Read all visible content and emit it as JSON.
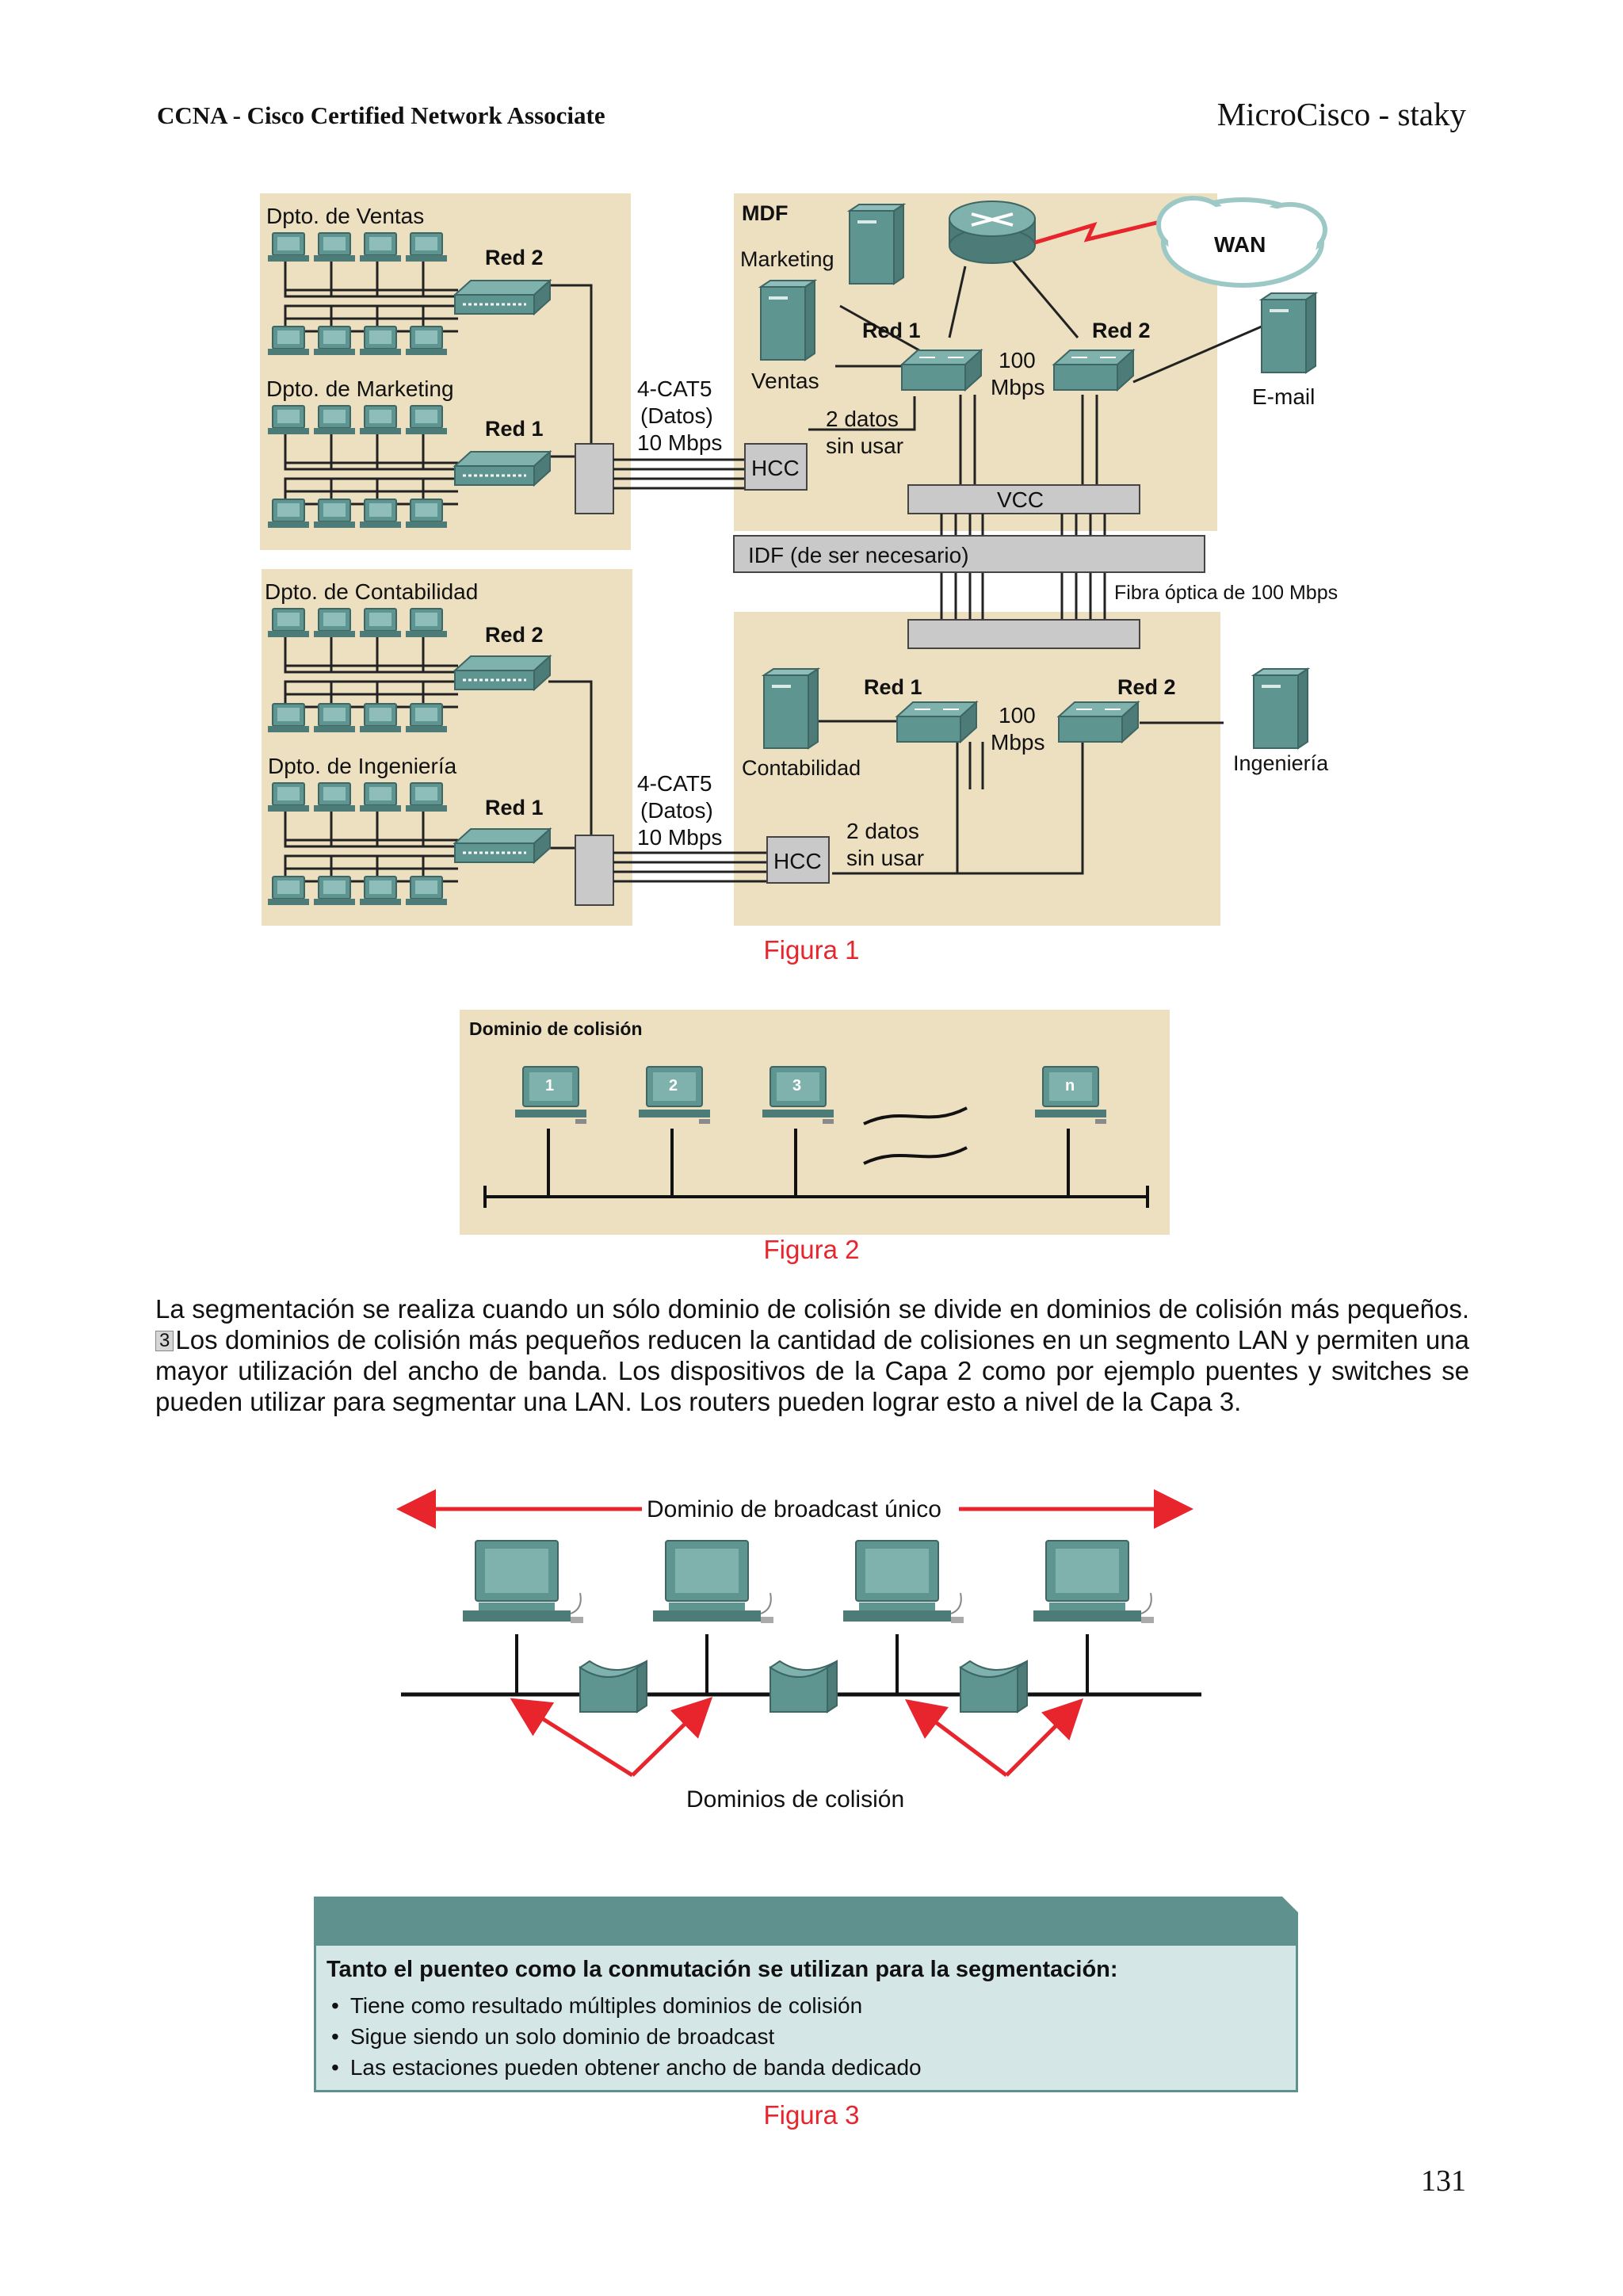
{
  "header": {
    "left": "CCNA - Cisco Certified Network Associate",
    "right": "MicroCisco - staky"
  },
  "figure1": {
    "caption": "Figura 1",
    "dept_ventas": "Dpto. de Ventas",
    "dept_marketing": "Dpto. de Marketing",
    "dept_contabilidad": "Dpto. de Contabilidad",
    "dept_ingenieria": "Dpto. de Ingeniería",
    "red1": "Red 1",
    "red2": "Red 2",
    "mdf": "MDF",
    "wan": "WAN",
    "srv_marketing": "Marketing",
    "srv_ventas": "Ventas",
    "srv_email": "E-mail",
    "srv_contabilidad": "Contabilidad",
    "srv_ingenieria": "Ingeniería",
    "cable_l1": "4-CAT5",
    "cable_l2": "(Datos)",
    "cable_l3": "10 Mbps",
    "speed_l1": "100",
    "speed_l2": "Mbps",
    "unused_l1": "2 datos",
    "unused_l2": "sin usar",
    "hcc": "HCC",
    "vcc": "VCC",
    "idf": "IDF (de ser necesario)",
    "fiber": "Fibra óptica de 100 Mbps"
  },
  "figure2": {
    "caption": "Figura 2",
    "title": "Dominio de colisión",
    "stations": [
      "1",
      "2",
      "3",
      "n"
    ]
  },
  "paragraph": {
    "part1": "La segmentación se realiza cuando un sólo dominio de colisión se divide en dominios de colisión más pequeños.",
    "marker": "3",
    "part2": "Los dominios de colisión más pequeños reducen la cantidad de colisiones en un segmento LAN y permiten una mayor utilización del ancho de banda. Los dispositivos de la Capa 2 como por ejemplo puentes y switches se pueden utilizar para segmentar una LAN. Los routers pueden lograr esto a nivel de la Capa 3."
  },
  "figure3": {
    "caption": "Figura 3",
    "broadcast_label": "Dominio de broadcast único",
    "collision_label": "Dominios de colisión",
    "panel_title": "Tanto el puenteo como la conmutación se utilizan para la segmentación:",
    "bullets": [
      "Tiene como resultado múltiples dominios de colisión",
      "Sigue siendo un solo dominio de broadcast",
      "Las estaciones pueden obtener ancho de banda dedicado"
    ]
  },
  "page_number": "131",
  "colors": {
    "panel_bg": "#ede0c0",
    "teal": "#5f928f",
    "red": "#e8242c"
  }
}
